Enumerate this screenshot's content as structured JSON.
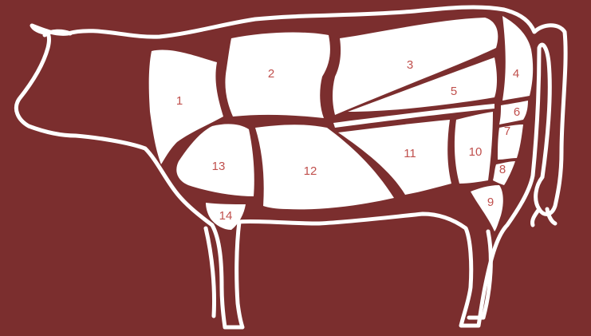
{
  "colors": {
    "background": "#7b2e2e",
    "cut_fill": "#ffffff",
    "outline": "#ffffff",
    "label": "#c0504d"
  },
  "cuts": [
    {
      "id": "cut-1",
      "label": "1"
    },
    {
      "id": "cut-2",
      "label": "2"
    },
    {
      "id": "cut-3",
      "label": "3"
    },
    {
      "id": "cut-4",
      "label": "4"
    },
    {
      "id": "cut-5",
      "label": "5"
    },
    {
      "id": "cut-6",
      "label": "6"
    },
    {
      "id": "cut-7",
      "label": "7"
    },
    {
      "id": "cut-8",
      "label": "8"
    },
    {
      "id": "cut-9",
      "label": "9"
    },
    {
      "id": "cut-10",
      "label": "10"
    },
    {
      "id": "cut-11",
      "label": "11"
    },
    {
      "id": "cut-12",
      "label": "12"
    },
    {
      "id": "cut-13",
      "label": "13"
    },
    {
      "id": "cut-14",
      "label": "14"
    }
  ]
}
